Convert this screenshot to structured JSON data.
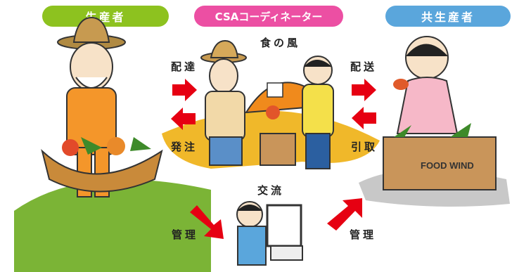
{
  "headers": {
    "producer": "生産者",
    "coordinator": "CSAコーディネーター",
    "coproducer": "共生産者"
  },
  "labels": {
    "shop": "食の風",
    "deliver_in": "配達",
    "order": "発注",
    "deliver_out": "配送",
    "pickup": "引取",
    "exchange": "交流",
    "manage_left": "管理",
    "manage_right": "管理",
    "box_text": "FOOD WIND"
  },
  "colors": {
    "producer": "#8dc21f",
    "coordinator": "#ec4fa3",
    "coproducer": "#5aa6dc",
    "arrow": "#e60012"
  }
}
